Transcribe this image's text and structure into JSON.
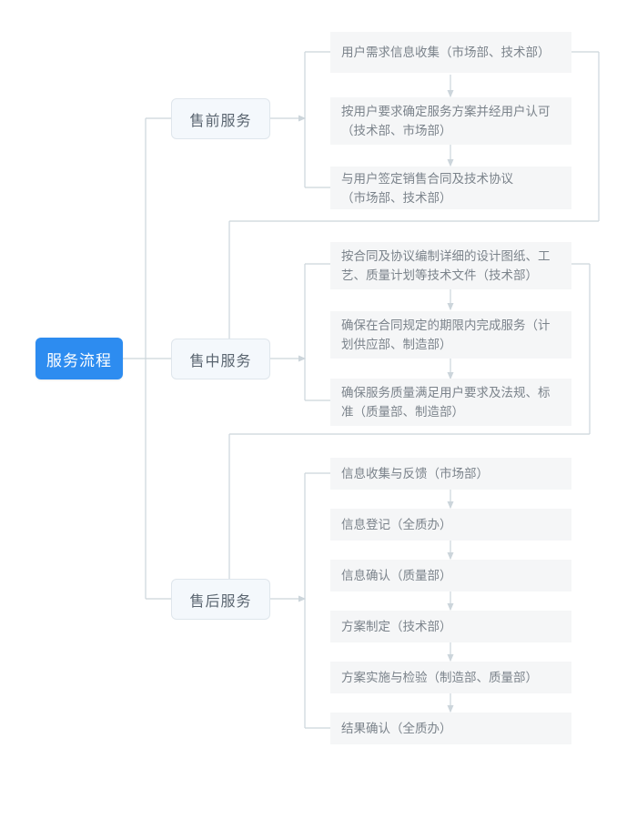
{
  "diagram": {
    "title": "服务流程",
    "type": "tree-flowchart",
    "colors": {
      "root_bg": "#2d8cf0",
      "root_text": "#ffffff",
      "category_bg": "#f4f8fc",
      "category_border": "#dfe6ec",
      "category_text": "#5a6570",
      "leaf_bg": "#f5f6f7",
      "leaf_text": "#7b838b",
      "connector": "#ccd5db"
    },
    "root": {
      "label": "服务流程"
    },
    "branches": [
      {
        "label": "售前服务",
        "steps": [
          {
            "line1": "用户需求信息收集（市场部、技术部）",
            "line2": ""
          },
          {
            "line1": "按用户要求确定服务方案并经用户认可",
            "line2": "（技术部、市场部）"
          },
          {
            "line1": "与用户签定销售合同及技术协议",
            "line2": "（市场部、技术部）"
          }
        ]
      },
      {
        "label": "售中服务",
        "steps": [
          {
            "line1": "按合同及协议编制详细的设计图纸、工",
            "line2": "艺、质量计划等技术文件（技术部）"
          },
          {
            "line1": "确保在合同规定的期限内完成服务（计",
            "line2": "划供应部、制造部）"
          },
          {
            "line1": "确保服务质量满足用户要求及法规、标",
            "line2": "准（质量部、制造部）"
          }
        ]
      },
      {
        "label": "售后服务",
        "steps": [
          {
            "line1": "信息收集与反馈（市场部）",
            "line2": ""
          },
          {
            "line1": "信息登记（全质办）",
            "line2": ""
          },
          {
            "line1": "信息确认（质量部）",
            "line2": ""
          },
          {
            "line1": "方案制定（技术部）",
            "line2": ""
          },
          {
            "line1": "方案实施与检验（制造部、质量部）",
            "line2": ""
          },
          {
            "line1": "结果确认（全质办）",
            "line2": ""
          }
        ]
      }
    ]
  }
}
